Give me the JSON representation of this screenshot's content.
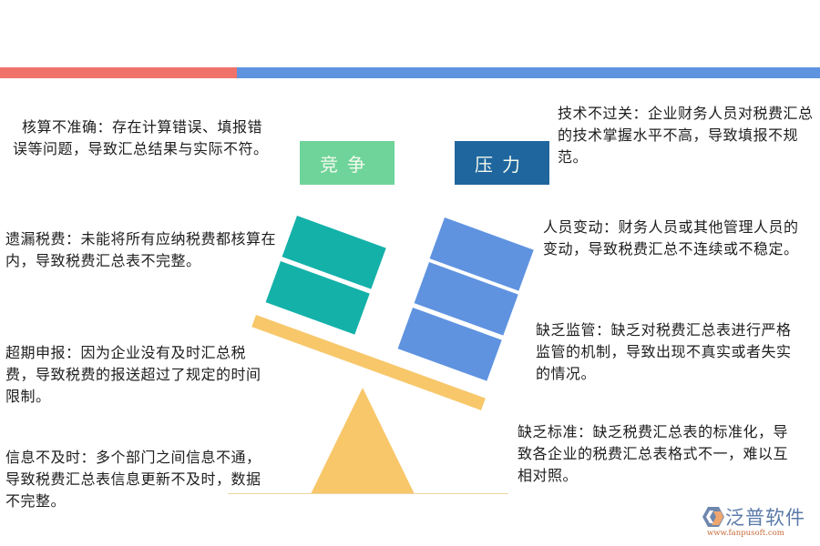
{
  "header": {
    "stripe_colors": {
      "left": "#f0736a",
      "right": "#5f93e0"
    }
  },
  "labels": {
    "left": {
      "text": "竞争",
      "color": "#6fd49a"
    },
    "right": {
      "text": "压力",
      "color": "#1f669e"
    }
  },
  "left_items": [
    {
      "title": "核算不准确",
      "text": "核算不准确：存在计算错误、填报错误等问题，导致汇总结果与实际不符。"
    },
    {
      "title": "遗漏税费",
      "text": "遗漏税费：未能将所有应纳税费都核算在内，导致税费汇总表不完整。"
    },
    {
      "title": "超期申报",
      "text": "超期申报：因为企业没有及时汇总税费，导致税费的报送超过了规定的时间限制。"
    },
    {
      "title": "信息不及时",
      "text": "信息不及时：多个部门之间信息不通，导致税费汇总表信息更新不及时，数据不完整。"
    }
  ],
  "right_items": [
    {
      "title": "技术不过关",
      "text": "技术不过关：企业财务人员对税费汇总的技术掌握水平不高，导致填报不规范。"
    },
    {
      "title": "人员变动",
      "text": "人员变动：财务人员或其他管理人员的变动，导致税费汇总不连续或不稳定。"
    },
    {
      "title": "缺乏监管",
      "text": "缺乏监管：缺乏对税费汇总表进行严格监管的机制，导致出现不真实或者失实的情况。"
    },
    {
      "title": "缺乏标准",
      "text": "缺乏标准：缺乏税费汇总表的标准化，导致各企业的税费汇总表格式不一，难以互相对照。"
    }
  ],
  "balance": {
    "left_blocks": 2,
    "right_blocks": 3,
    "left_color": "#14b1a9",
    "right_color": "#5f93e0",
    "plank_color": "#f7c76a",
    "fulcrum_color": "#f7c76a"
  },
  "logo": {
    "name": "泛普软件",
    "url": "www.fanpusoft.com"
  }
}
